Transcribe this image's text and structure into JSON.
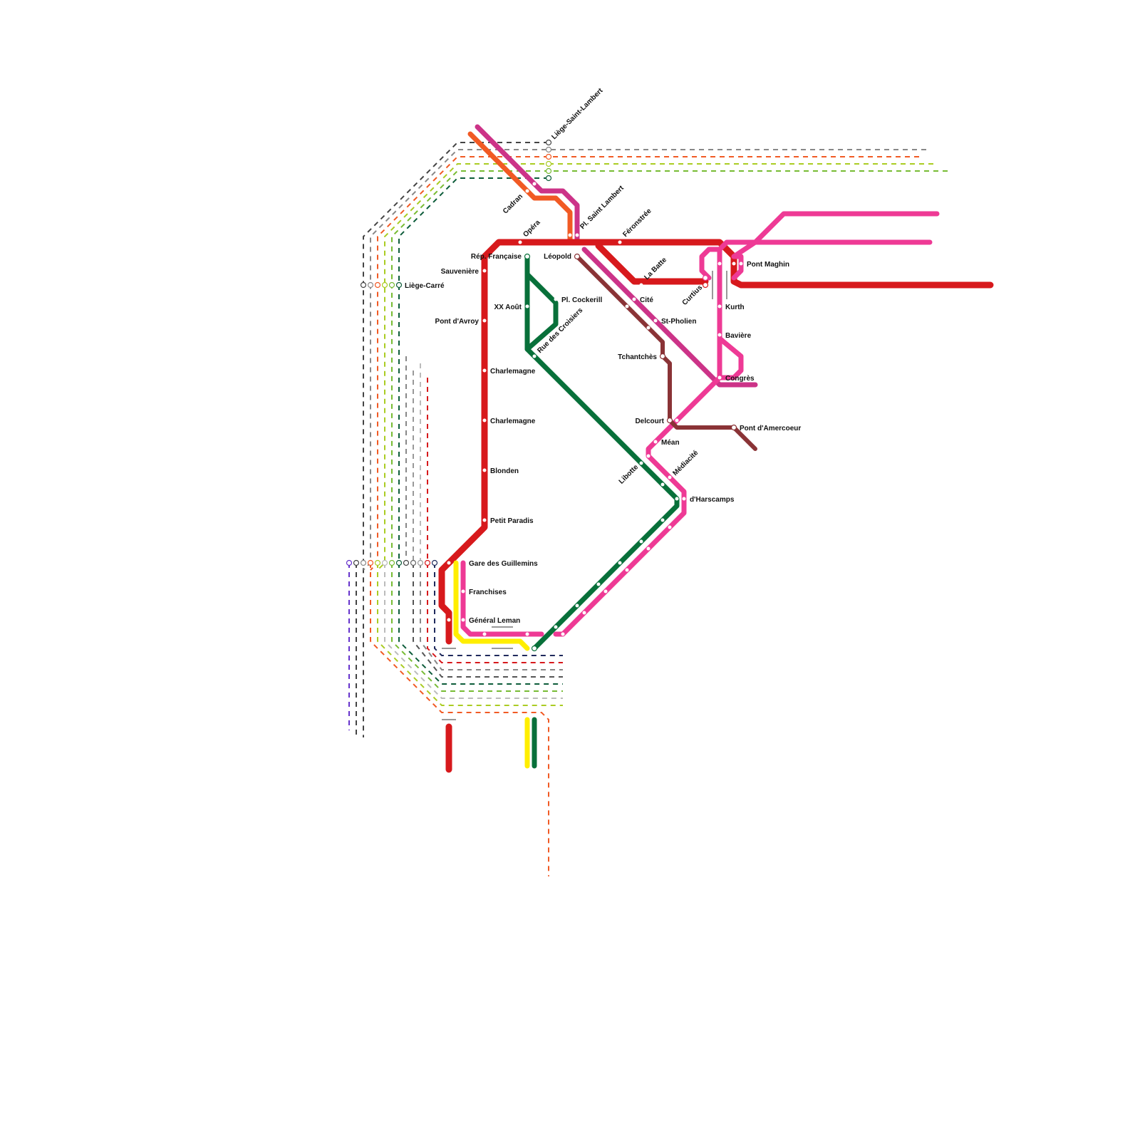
{
  "colors": {
    "red": "#d7191c",
    "orange": "#f15a24",
    "magenta": "#cc3388",
    "pink": "#ee3a95",
    "green": "#08703a",
    "brown": "#8a3336",
    "yellow": "#ffee00",
    "grey_dark": "#444444",
    "grey": "#888888",
    "lime": "#aacc22",
    "lime2": "#77bb33",
    "darkgreen": "#0d5c3a",
    "navy": "#1f2a5c",
    "purple": "#6633cc",
    "lightgrey": "#bbbbbb"
  },
  "stations": {
    "liege_saint_lambert": "Liège-Saint-Lambert",
    "cadran": "Cadran",
    "pl_saint_lambert": "Pl. Saint Lambert",
    "opera": "Opéra",
    "feronstree": "Féronstrée",
    "rep_francaise": "Rép. Française",
    "leopold": "Léopold",
    "sauveniere": "Sauvenière",
    "la_batte": "La Batte",
    "liege_carre": "Liège-Carré",
    "xx_aout": "XX Août",
    "pl_cockerill": "Pl. Cockerill",
    "cite": "Cité",
    "curtius": "Curtius",
    "kurth": "Kurth",
    "pont_maghin": "Pont Maghin",
    "pont_davroy": "Pont d'Avroy",
    "st_pholien": "St-Pholien",
    "rue_des_croisiers": "Rue des Croisiers",
    "baviere": "Bavière",
    "tchantches": "Tchantchès",
    "charlemagne_1": "Charlemagne",
    "congres": "Congrès",
    "charlemagne_2": "Charlemagne",
    "delcourt": "Delcourt",
    "pont_damercoeur": "Pont d'Amercoeur",
    "mean": "Méan",
    "mediacite": "Médiacité",
    "libotte": "Libotte",
    "blonden": "Blonden",
    "dharscamps": "d'Harscamps",
    "petit_paradis": "Petit Paradis",
    "gare_des_guillemins": "Gare des Guillemins",
    "franchises": "Franchises",
    "general_leman": "Général Leman"
  }
}
